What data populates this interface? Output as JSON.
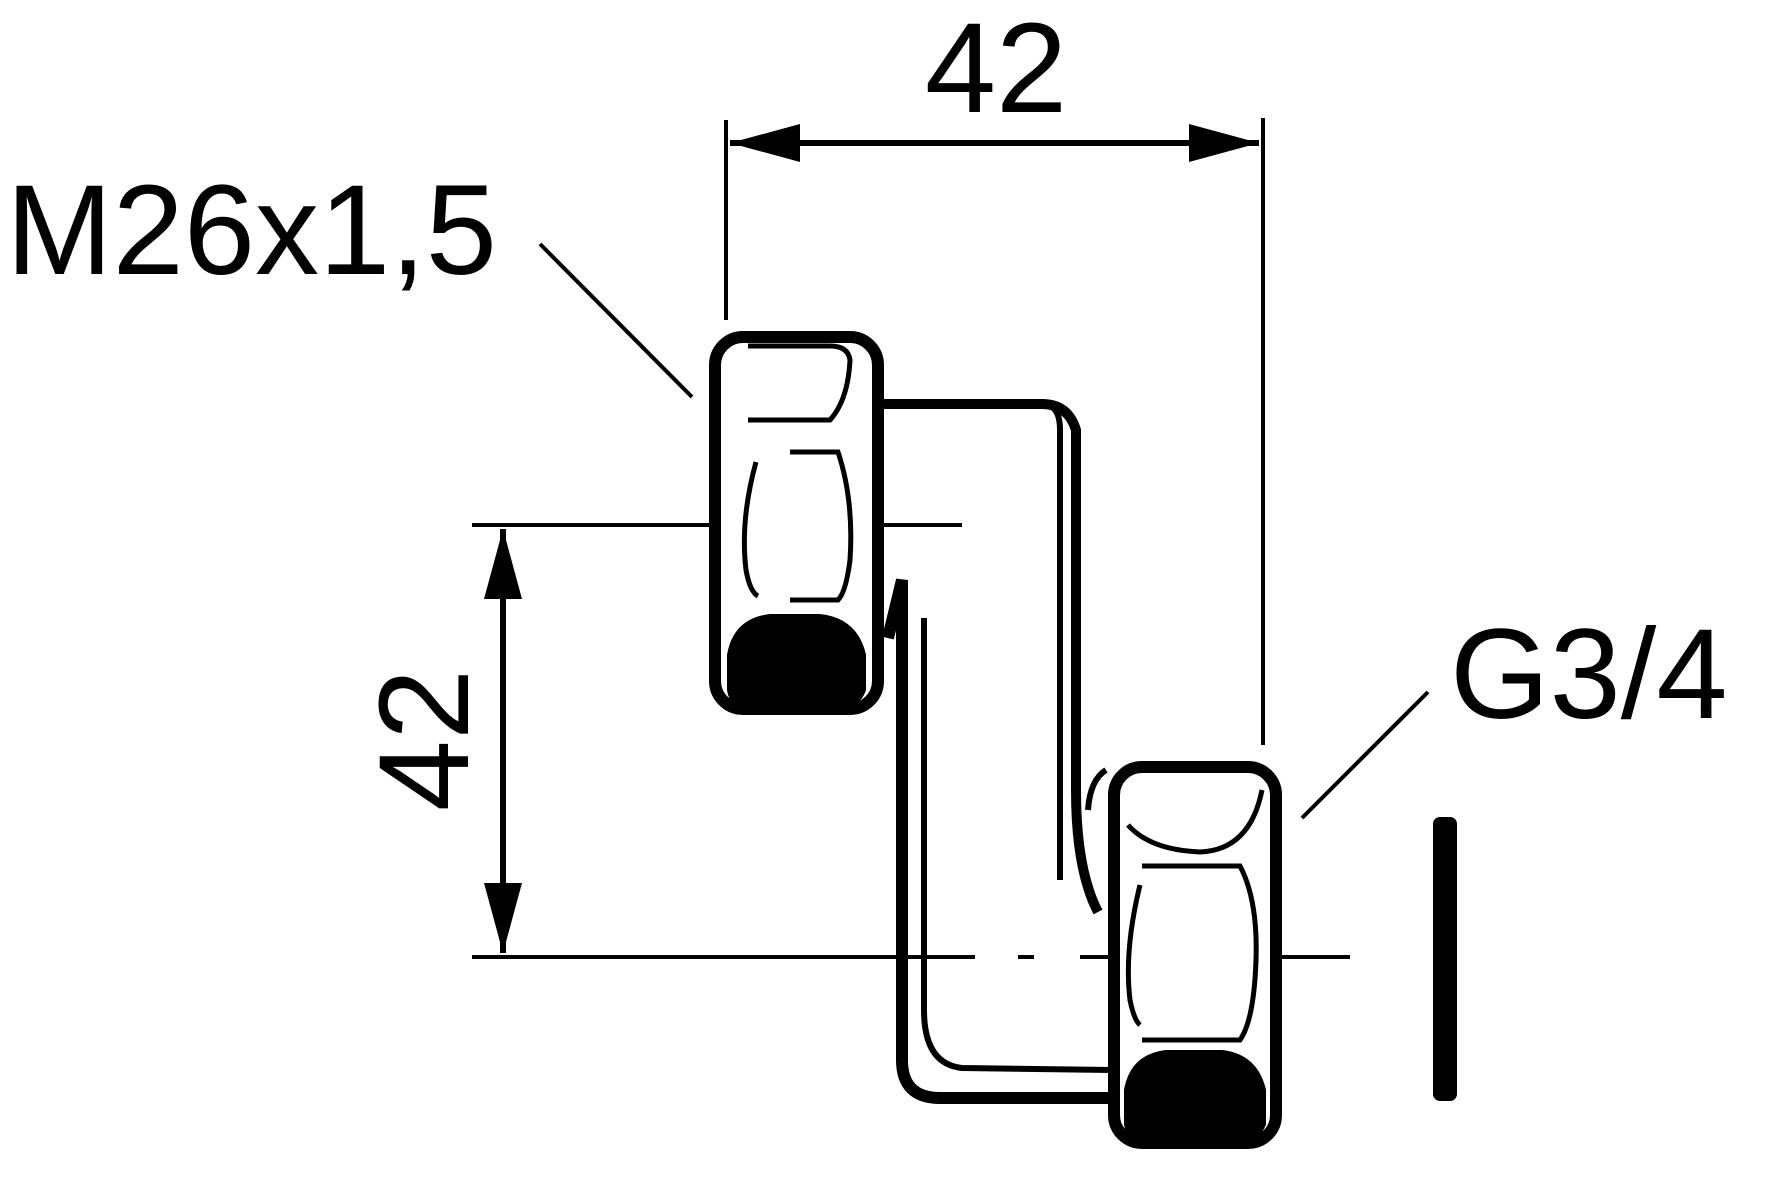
{
  "labels": {
    "dim_horizontal": "42",
    "dim_vertical": "42",
    "thread_top": "M26x1,5",
    "thread_bottom": "G3/4"
  },
  "colors": {
    "ink": "#000000",
    "background": "#ffffff"
  }
}
